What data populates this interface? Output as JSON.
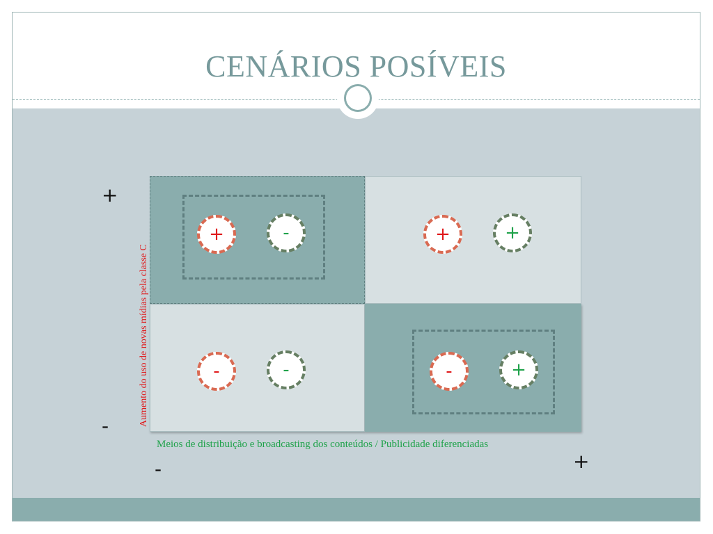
{
  "slide": {
    "title": "CENÁRIOS POSÍVEIS"
  },
  "diagram": {
    "y_axis_label": "Aumento do uso de novas mídias pela classe C",
    "x_axis_label": "Meios de distribuição e broadcasting dos conteúdos / Publicidade diferenciadas",
    "y_axis_high": "+",
    "y_axis_low": "-",
    "x_axis_low": "-",
    "x_axis_high": "+",
    "quadrants": {
      "top_left": {
        "first": "+",
        "second": "-",
        "highlighted": true
      },
      "top_right": {
        "first": "+",
        "second": "+",
        "highlighted": false
      },
      "bottom_left": {
        "first": "-",
        "second": "-",
        "highlighted": false
      },
      "bottom_right": {
        "first": "-",
        "second": "+",
        "highlighted": true
      }
    }
  },
  "colors": {
    "title": "#76999b",
    "dark_quadrant": "#8aadad",
    "light_quadrant": "#d7e0e2",
    "panel": "#c6d2d7",
    "first_marker": "#e0191b",
    "second_marker": "#1fa24a"
  }
}
